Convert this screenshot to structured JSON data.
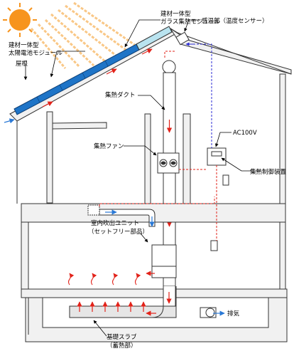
{
  "labels": {
    "glass_module_line1": "建材一体型",
    "glass_module_line2": "ガラス集熱モジュール",
    "pv_module_line1": "建材一体型",
    "pv_module_line2": "太陽電池モジュール",
    "roof": "屋根",
    "sensor": "感温部（温度センサー）",
    "duct": "集熱ダクト",
    "fan": "集熱ファン",
    "power": "AC100V",
    "controller": "集熱制御装置",
    "outlet_unit_line1": "室内吹出ユニット",
    "outlet_unit_line2": "（セットフリー部品）",
    "exhaust": "排気",
    "slab_line1": "基礎スラブ",
    "slab_line2": "（蓄熱部）"
  },
  "colors": {
    "sun": "#f7941d",
    "sun_rays": "#f9c27a",
    "pv_panel": "#1e74c7",
    "glass_module": "#b9e3ef",
    "hot_air_arrow": "#e2231a",
    "cool_air_arrow": "#2a79d6",
    "control_wire": "#2b2bd6",
    "wall_fill": "#f1f1f1",
    "line": "#333333"
  }
}
